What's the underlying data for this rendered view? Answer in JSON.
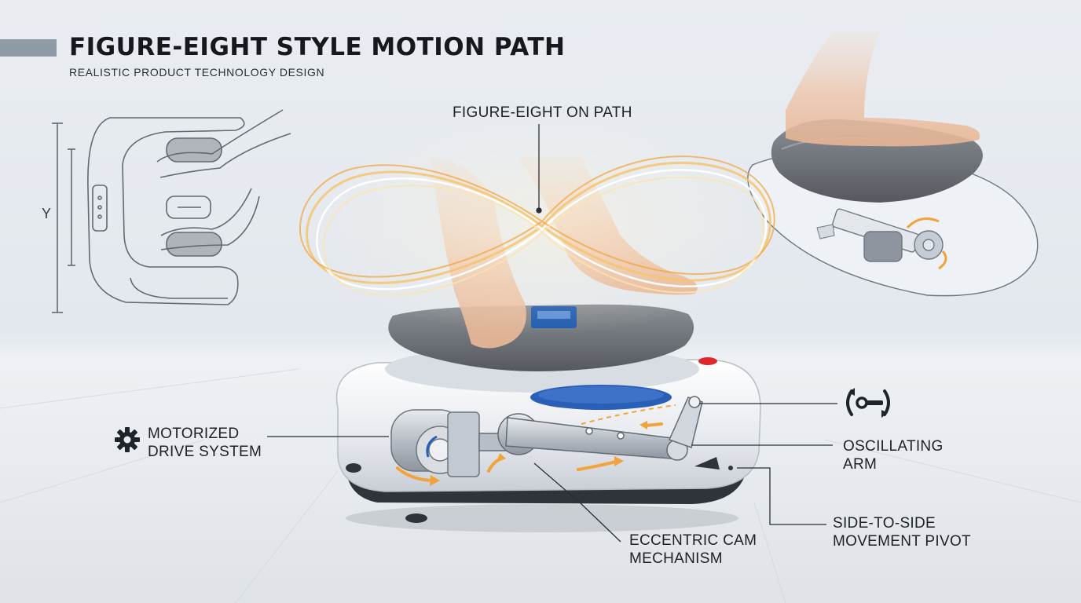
{
  "header": {
    "title": "FIGURE-EIGHT STYLE MOTION PATH",
    "subtitle": "REALISTIC PRODUCT TECHNOLOGY DESIGN"
  },
  "sketch": {
    "axis_label": "Y"
  },
  "callouts": {
    "figure_eight": "FIGURE-EIGHT ON PATH",
    "motor_line1": "MOTORIZED",
    "motor_line2": "DRIVE SYSTEM",
    "arm_line1": "OSCILLATING",
    "arm_line2": "ARM",
    "cam_line1": "ECCENTRIC CAM",
    "cam_line2": "MECHANISM",
    "pivot_line1": "SIDE-TO-SIDE",
    "pivot_line2": "MOVEMENT PIVOT"
  },
  "icons": {
    "gear": "gear-icon",
    "oscillation": "oscillation-icon"
  },
  "colors": {
    "accent_orange": "#f2a33a",
    "device_blue": "#2a5fb8",
    "pad_gray": "#6d7278",
    "button_red": "#e0262b"
  }
}
